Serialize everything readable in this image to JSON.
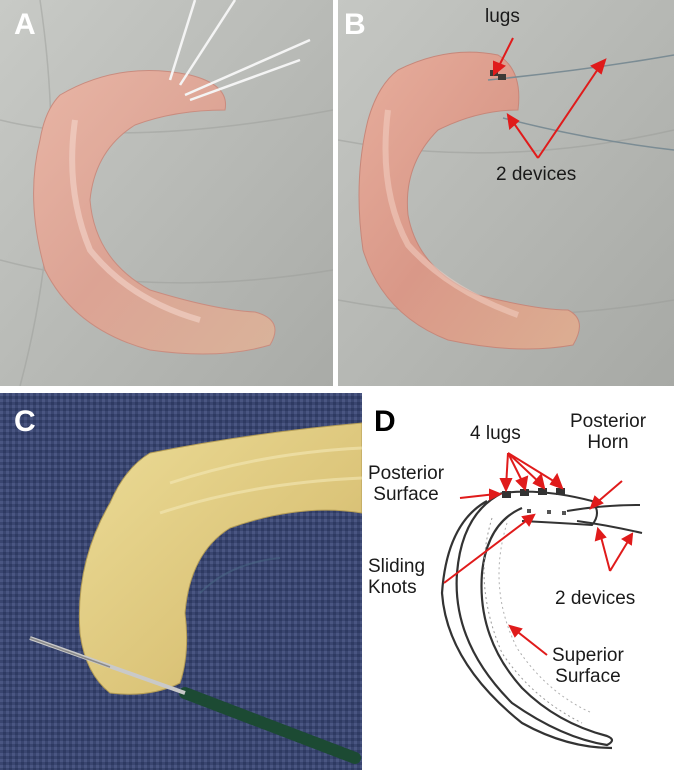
{
  "figure": {
    "panels": {
      "a": {
        "letter": "A"
      },
      "b": {
        "letter": "B",
        "annotations": {
          "lugs": "lugs",
          "devices": "2 devices"
        }
      },
      "c": {
        "letter": "C"
      },
      "d": {
        "letter": "D",
        "annotations": {
          "four_lugs": "4 lugs",
          "posterior_horn_line1": "Posterior",
          "posterior_horn_line2": "Horn",
          "posterior_surface_line1": "Posterior",
          "posterior_surface_line2": "Surface",
          "sliding_knots_line1": "Sliding",
          "sliding_knots_line2": "Knots",
          "devices": "2 devices",
          "superior_surface_line1": "Superior",
          "superior_surface_line2": "Surface"
        }
      }
    },
    "colors": {
      "arrow": "#e01b1b",
      "drape_a": "#b9bbb8",
      "drape_b": "#b3b5b1",
      "cloth_c": "#3a4670",
      "tissue_pink": "#d89a8d",
      "tissue_yellow": "#e2cf80",
      "drawing_line": "#333333"
    }
  }
}
